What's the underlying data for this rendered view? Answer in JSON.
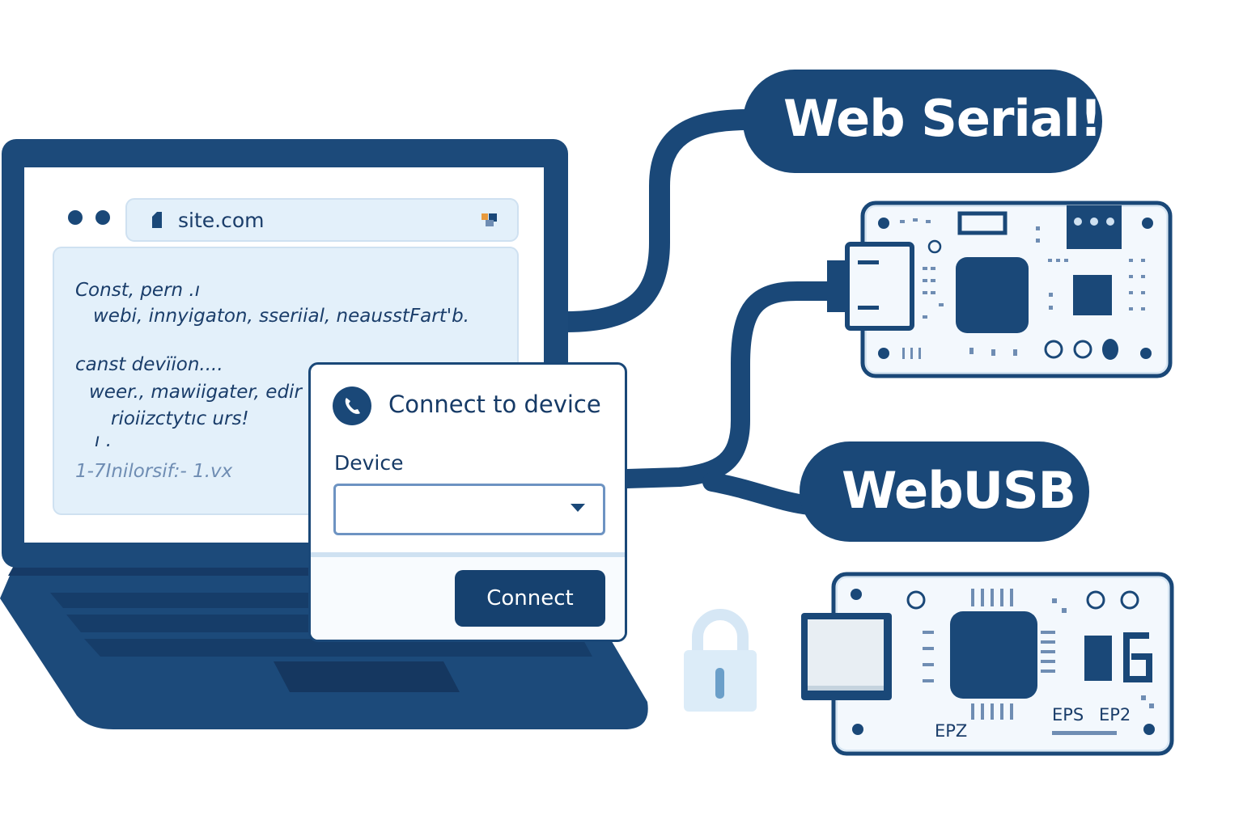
{
  "browser": {
    "url": "site.com"
  },
  "code_lines": [
    "Const, pern .ı",
    "webi, innyigaton, sseriial, neausstFart'b.",
    "canst devïion....",
    "weer., mawiigater, edir",
    "rioiizctytıc urs!",
    "ı .",
    "1-7Inilorsif:- 1.vx"
  ],
  "labels": {
    "web_serial": "Web Serial!",
    "webusb": "WebUSB"
  },
  "dialog": {
    "title": "Connect to device",
    "device_label": "Device",
    "device_value": "",
    "connect_label": "Connect"
  },
  "board_bottom": {
    "labels": [
      "EPZ",
      "EPS",
      "EP2"
    ]
  },
  "colors": {
    "navy": "#1a4878",
    "navy_dark": "#163a66",
    "light_blue": "#e3f0fa",
    "mid_blue": "#cfe1f1",
    "accent_orange": "#e89a3c"
  },
  "icons": {
    "padlock": "padlock-icon",
    "phone": "phone-icon",
    "secure_lock": "lock-icon",
    "extension": "extension-icon"
  }
}
